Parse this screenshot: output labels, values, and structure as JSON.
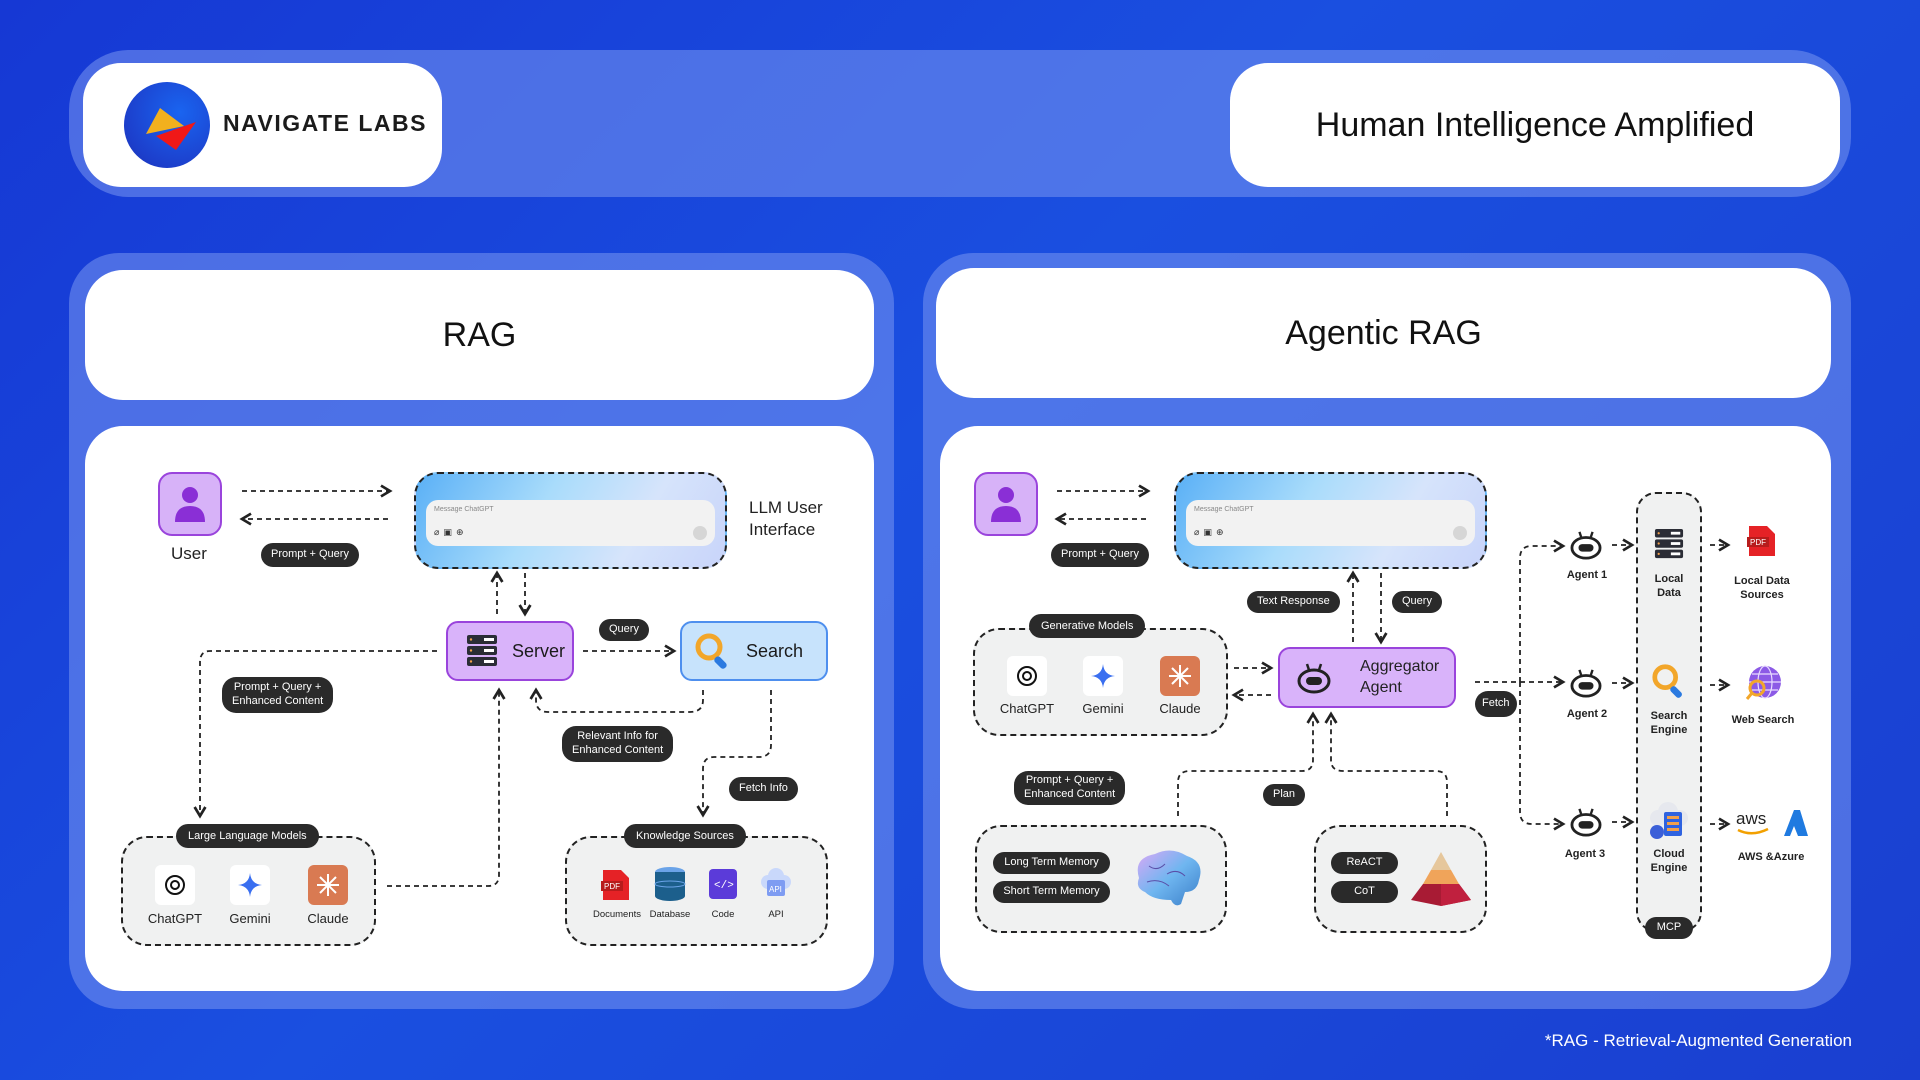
{
  "header": {
    "brand_name": "NAVIGATE LABS",
    "tagline": "Human Intelligence Amplified",
    "logo_colors": {
      "circle": "#1c46d8",
      "left_triangle": "#f2b01e",
      "right_triangle": "#f01818"
    }
  },
  "rag": {
    "title": "RAG",
    "user_label": "User",
    "prompt_query_pill": "Prompt + Query",
    "llm_ui": {
      "label_line1": "LLM User",
      "label_line2": "Interface",
      "placeholder": "Message ChatGPT",
      "icons": [
        "paperclip-icon",
        "calendar-icon",
        "globe-icon"
      ]
    },
    "server_label": "Server",
    "search_label": "Search",
    "query_pill": "Query",
    "prompt_enhanced_pill_line1": "Prompt + Query +",
    "prompt_enhanced_pill_line2": "Enhanced Content",
    "relevant_pill_line1": "Relevant Info for",
    "relevant_pill_line2": "Enhanced Content",
    "fetch_info_pill": "Fetch Info",
    "llm_group": {
      "title": "Large Language Models",
      "items": [
        {
          "label": "ChatGPT",
          "icon": "chatgpt-icon"
        },
        {
          "label": "Gemini",
          "icon": "gemini-icon"
        },
        {
          "label": "Claude",
          "icon": "claude-icon"
        }
      ]
    },
    "knowledge_group": {
      "title": "Knowledge Sources",
      "items": [
        {
          "label": "Documents",
          "icon": "pdf-icon"
        },
        {
          "label": "Database",
          "icon": "database-icon"
        },
        {
          "label": "Code",
          "icon": "code-icon"
        },
        {
          "label": "API",
          "icon": "api-cloud-icon"
        }
      ]
    }
  },
  "agentic_rag": {
    "title": "Agentic RAG",
    "prompt_query_pill": "Prompt + Query",
    "llm_ui": {
      "placeholder": "Message ChatGPT",
      "icons": [
        "paperclip-icon",
        "calendar-icon",
        "globe-icon"
      ]
    },
    "text_response_pill": "Text Response",
    "query_pill": "Query",
    "aggregator_line1": "Aggregator",
    "aggregator_line2": "Agent",
    "fetch_pill": "Fetch",
    "plan_pill": "Plan",
    "prompt_enhanced_pill_line1": "Prompt + Query +",
    "prompt_enhanced_pill_line2": "Enhanced Content",
    "gen_group": {
      "title": "Generative Models",
      "items": [
        {
          "label": "ChatGPT",
          "icon": "chatgpt-icon"
        },
        {
          "label": "Gemini",
          "icon": "gemini-icon"
        },
        {
          "label": "Claude",
          "icon": "claude-icon"
        }
      ]
    },
    "memory_group": {
      "items": [
        "Long Term Memory",
        "Short Term Memory"
      ],
      "icon": "brain-icon"
    },
    "reasoning_group": {
      "items": [
        "ReACT",
        "CoT"
      ],
      "icon": "pyramid-icon"
    },
    "agents": [
      "Agent 1",
      "Agent 2",
      "Agent 3"
    ],
    "mcp": {
      "label": "MCP",
      "items": [
        {
          "line1": "Local",
          "line2": "Data",
          "icon": "server-icon"
        },
        {
          "line1": "Search",
          "line2": "Engine",
          "icon": "search-icon"
        },
        {
          "line1": "Cloud",
          "line2": "Engine",
          "icon": "cloud-server-icon"
        }
      ]
    },
    "sources": [
      {
        "line1": "Local Data",
        "line2": "Sources",
        "icon": "pdf-icon"
      },
      {
        "line1": "Web Search",
        "line2": "",
        "icon": "web-globe-icon"
      },
      {
        "line1": "AWS &Azure",
        "line2": "",
        "icon": "aws-azure-icon"
      }
    ]
  },
  "footnote": "*RAG - Retrieval-Augmented Generation"
}
